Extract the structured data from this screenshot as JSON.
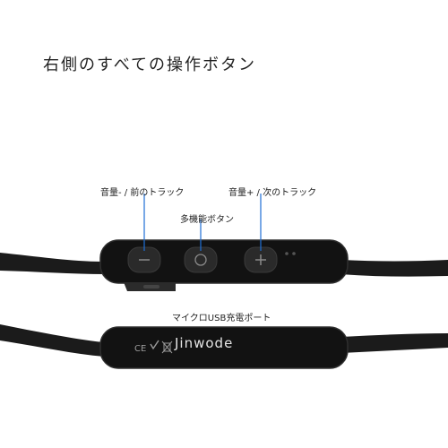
{
  "heading": "右側のすべての操作ボタン",
  "callouts": {
    "volume_minus": "音量- / 前のトラック",
    "multi_function": "多機能ボタン",
    "volume_plus": "音量+ / 次のトラック",
    "usb_port": "マイクロUSB充電ポート"
  },
  "brand": "Jinwode",
  "icons": [
    "minus-icon",
    "multifunction-icon",
    "plus-icon",
    "ce-mark-icon",
    "certification-check-icon",
    "weee-bin-icon",
    "usb-port-icon",
    "led-indicator-icon"
  ],
  "colors": {
    "cable": "#1a1a1a",
    "body": "#141414",
    "button": "#2a2a2a",
    "callout_line": "#1e6fd6",
    "text": "#222222"
  }
}
